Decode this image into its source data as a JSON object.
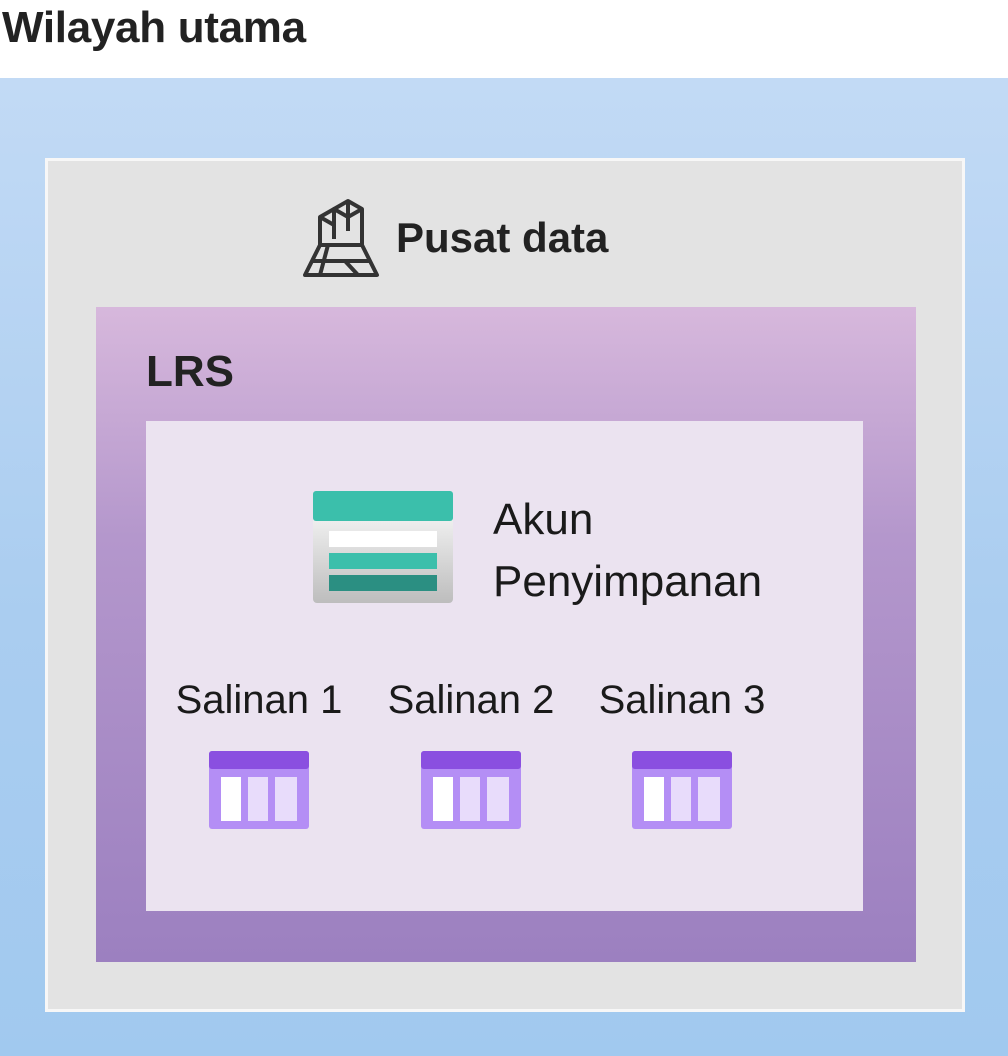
{
  "region": {
    "title": "Wilayah utama"
  },
  "datacenter": {
    "label": "Pusat data",
    "icon": "datacenter-building-icon"
  },
  "redundancy": {
    "label": "LRS"
  },
  "storage_account": {
    "label_line1": "Akun",
    "label_line2": "Penyimpanan",
    "icon": "storage-account-icon"
  },
  "copies": [
    {
      "label": "Salinan 1",
      "icon": "storage-table-icon"
    },
    {
      "label": "Salinan 2",
      "icon": "storage-table-icon"
    },
    {
      "label": "Salinan 3",
      "icon": "storage-table-icon"
    }
  ],
  "colors": {
    "region_bg": "#aacdf0",
    "datacenter_bg": "#e3e3e3",
    "lrs_bg": "#b497cc",
    "inner_bg": "#ebe3f0",
    "storage_teal": "#3bbfab",
    "copy_purple": "#8a4fe0"
  }
}
